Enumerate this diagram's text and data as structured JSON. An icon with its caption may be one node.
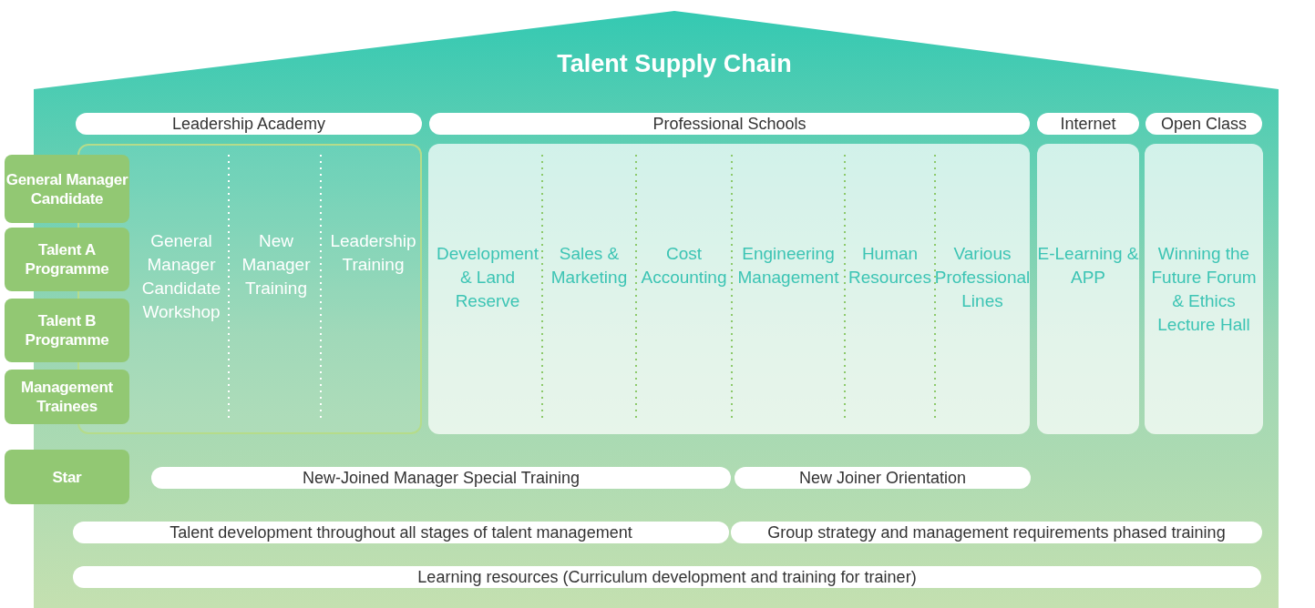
{
  "diagram": {
    "title": "Talent Supply Chain",
    "nodes": [
      {
        "text": [
          "Leadership Academy"
        ]
      },
      {
        "text": [
          "Professional Schools"
        ]
      },
      {
        "text": [
          "Internet"
        ]
      },
      {
        "text": [
          "Open Class"
        ]
      },
      {
        "text": [
          "General Manager Candidate"
        ]
      },
      {
        "text": [
          "Talent A Programme"
        ]
      },
      {
        "text": [
          "Talent B Programme"
        ]
      },
      {
        "text": [
          "Management Trainees"
        ]
      },
      {
        "text": [],
        "shape": "box"
      },
      {
        "text": [
          "General Manager Candidate Workshop"
        ],
        "in": 8
      },
      {
        "text": [
          "New Manager Training"
        ],
        "in": 8
      },
      {
        "text": [
          "Leadership Training"
        ],
        "in": 8
      },
      {
        "text": [],
        "shape": "box"
      },
      {
        "text": [
          "Development & Land Reserve"
        ],
        "in": 12
      },
      {
        "text": [
          "Sales & Marketing"
        ],
        "in": 12
      },
      {
        "text": [
          "Cost Accounting"
        ],
        "in": 12
      },
      {
        "text": [
          "Engineering Management"
        ],
        "in": 12
      },
      {
        "text": [
          "Human Resources"
        ],
        "in": 12
      },
      {
        "text": [
          "Various Professional Lines"
        ],
        "in": 12
      },
      {
        "text": [
          "E-Learning & APP"
        ]
      },
      {
        "text": [
          "Winning the Future Forum & Ethics Lecture Hall"
        ]
      },
      {
        "text": [
          "Star"
        ]
      },
      {
        "text": [
          "New-Joined Manager Special Training"
        ]
      },
      {
        "text": [
          "New Joiner Orientation"
        ]
      },
      {
        "text": [
          "Talent development throughout all stages of talent management"
        ]
      },
      {
        "text": [
          "Group strategy and management requirements phased training"
        ]
      },
      {
        "text": [
          "Learning resources (Curriculum development and training for trainer)"
        ]
      }
    ],
    "edges": []
  }
}
